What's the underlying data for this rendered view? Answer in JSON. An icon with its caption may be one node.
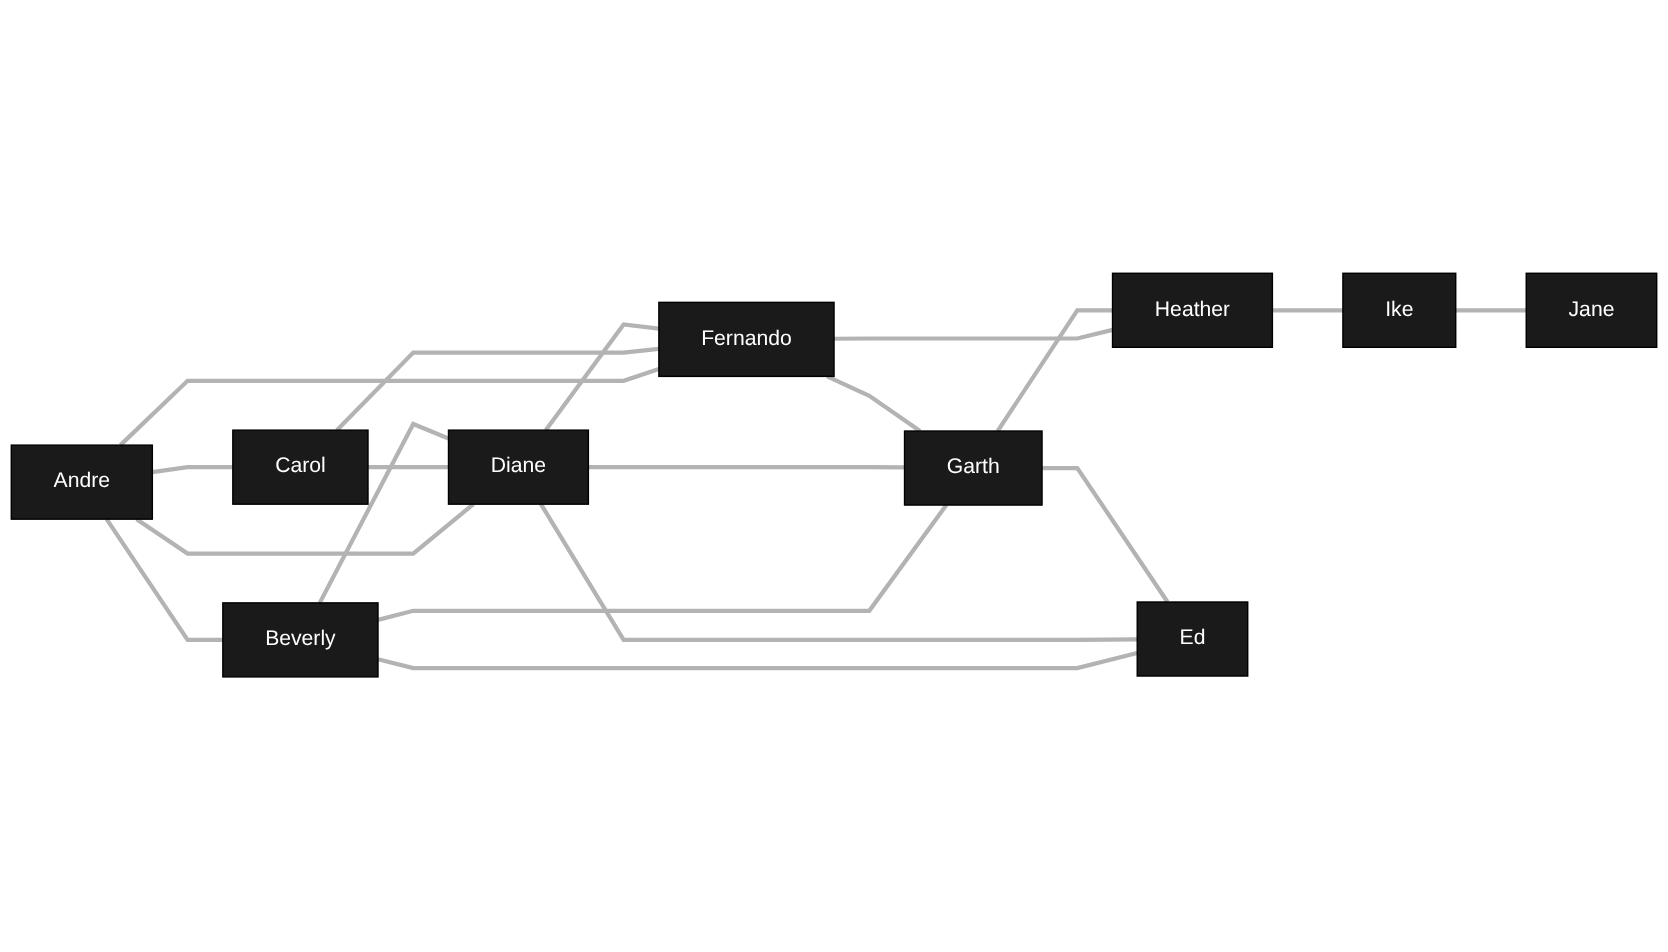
{
  "diagram": {
    "nodes": [
      {
        "text": [
          "Carol"
        ]
      },
      {
        "text": [
          "Andre"
        ]
      },
      {
        "text": [
          "Fernando"
        ]
      },
      {
        "text": [
          "Diane"
        ]
      },
      {
        "text": [
          "Heather"
        ]
      },
      {
        "text": [
          "Ike"
        ]
      },
      {
        "text": [
          "Jane"
        ]
      },
      {
        "text": [
          "Beverly"
        ]
      },
      {
        "text": [
          "Garth"
        ]
      },
      {
        "text": [
          "Ed"
        ]
      }
    ],
    "edges": [
      {
        "from": 1,
        "to": 0,
        "arrow": "none"
      },
      {
        "from": 1,
        "to": 3,
        "arrow": "none"
      },
      {
        "from": 1,
        "to": 2,
        "arrow": "none"
      },
      {
        "from": 1,
        "to": 7,
        "arrow": "none"
      },
      {
        "from": 0,
        "to": 3,
        "arrow": "none"
      },
      {
        "from": 0,
        "to": 2,
        "arrow": "none"
      },
      {
        "from": 7,
        "to": 3,
        "arrow": "none"
      },
      {
        "from": 7,
        "to": 9,
        "arrow": "none"
      },
      {
        "from": 7,
        "to": 8,
        "arrow": "none"
      },
      {
        "from": 3,
        "to": 9,
        "arrow": "none"
      },
      {
        "from": 3,
        "to": 2,
        "arrow": "none"
      },
      {
        "from": 3,
        "to": 8,
        "arrow": "none"
      },
      {
        "from": 2,
        "to": 8,
        "arrow": "none"
      },
      {
        "from": 2,
        "to": 4,
        "arrow": "none"
      },
      {
        "from": 8,
        "to": 9,
        "arrow": "none"
      },
      {
        "from": 8,
        "to": 4,
        "arrow": "none"
      },
      {
        "from": 4,
        "to": 5,
        "arrow": "none"
      },
      {
        "from": 5,
        "to": 6,
        "arrow": "none"
      }
    ]
  }
}
